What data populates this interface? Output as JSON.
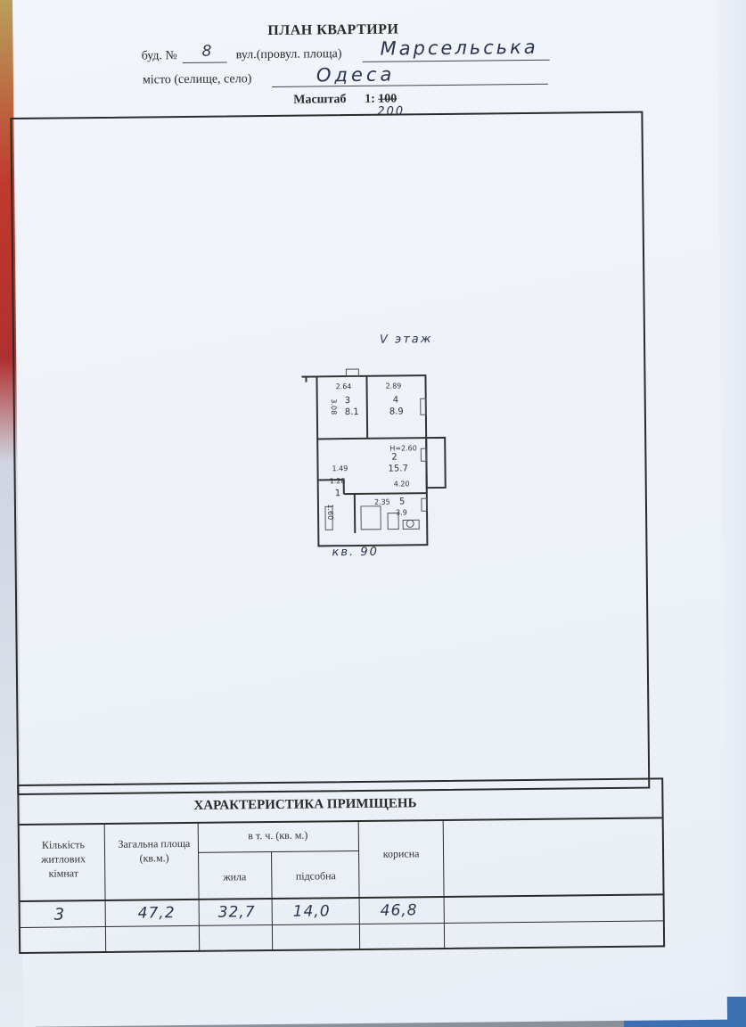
{
  "header": {
    "title": "ПЛАН КВАРТИРИ",
    "building_label": "буд. №",
    "building_number": "8",
    "street_label": "вул.(провул. площа)",
    "street_value": "Марсельська",
    "city_label": "місто (селище, село)",
    "city_value": "Одеса",
    "scale_label": "Масштаб",
    "scale_prefix": "1:",
    "scale_struck": "100",
    "scale_value": "200"
  },
  "plan": {
    "floor_note": "V этаж",
    "apartment_note": "кв. 90",
    "rooms": [
      {
        "number": "3",
        "area": "8.1",
        "width": "2.64",
        "depth": "3.08"
      },
      {
        "number": "4",
        "area": "8.9",
        "width": "2.89"
      },
      {
        "number": "2",
        "area": "15.7",
        "dim_a": "4.20",
        "dim_b": "H=2.60"
      },
      {
        "number": "1",
        "dim_a": "1.49",
        "dim_b": "1.28",
        "dim_c": "1.60"
      },
      {
        "number": "5",
        "dim_a": "2.35",
        "dim_b": "3.9"
      }
    ]
  },
  "characteristics": {
    "title": "ХАРАКТЕРИСТИКА ПРИМІЩЕНЬ",
    "col_rooms": "Кількість житлових кімнат",
    "col_total": "Загальна площа (кв.м.)",
    "col_incl": "в т. ч. (кв. м.)",
    "col_living": "жила",
    "col_aux": "підсобна",
    "col_useful": "корисна",
    "row": {
      "rooms": "3",
      "total": "47,2",
      "living": "32,7",
      "aux": "14,0",
      "useful": "46,8"
    }
  }
}
